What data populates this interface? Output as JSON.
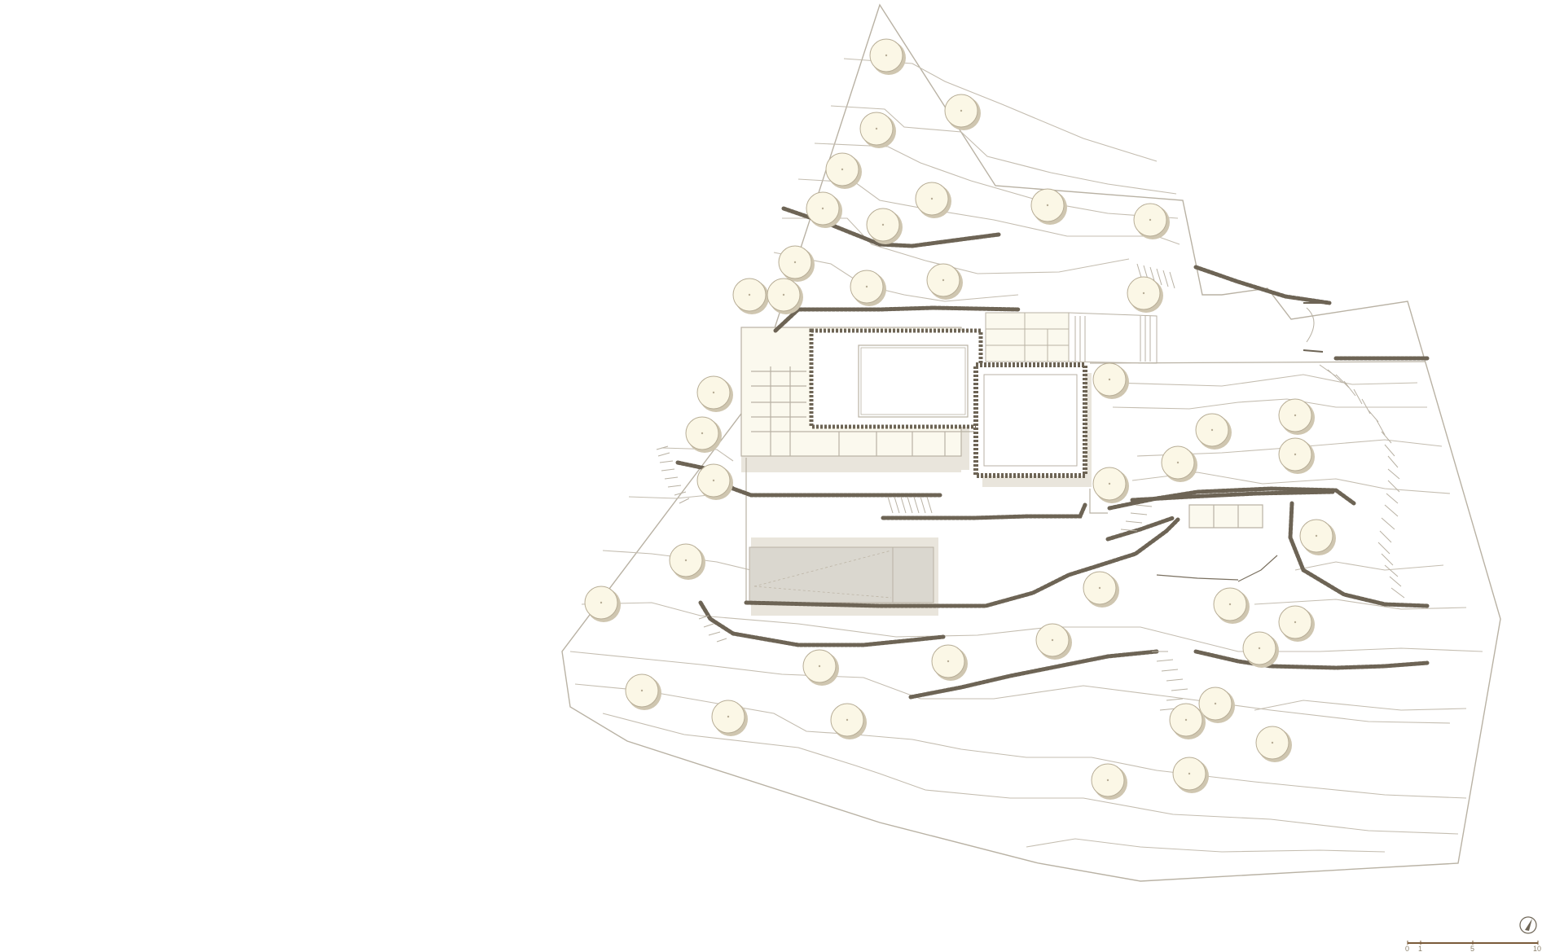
{
  "plan": {
    "colors": {
      "line": "#b9b2a4",
      "contour": "#c4bdb0",
      "tree_fill": "#fbf7e6",
      "tree_shadow": "#cfc6b0",
      "tree_stroke": "#b7ad96",
      "wall_stone": "#6d6455",
      "paving": "#fbf9ee",
      "building_shadow": "#e9e5dc",
      "pool_fill": "#dad7cf",
      "scale_bar": "#7a5b3a"
    },
    "north_arrow": {
      "icon": "north-arrow-icon"
    },
    "scale": {
      "labels": [
        "0",
        "1",
        "5",
        "10"
      ]
    }
  }
}
